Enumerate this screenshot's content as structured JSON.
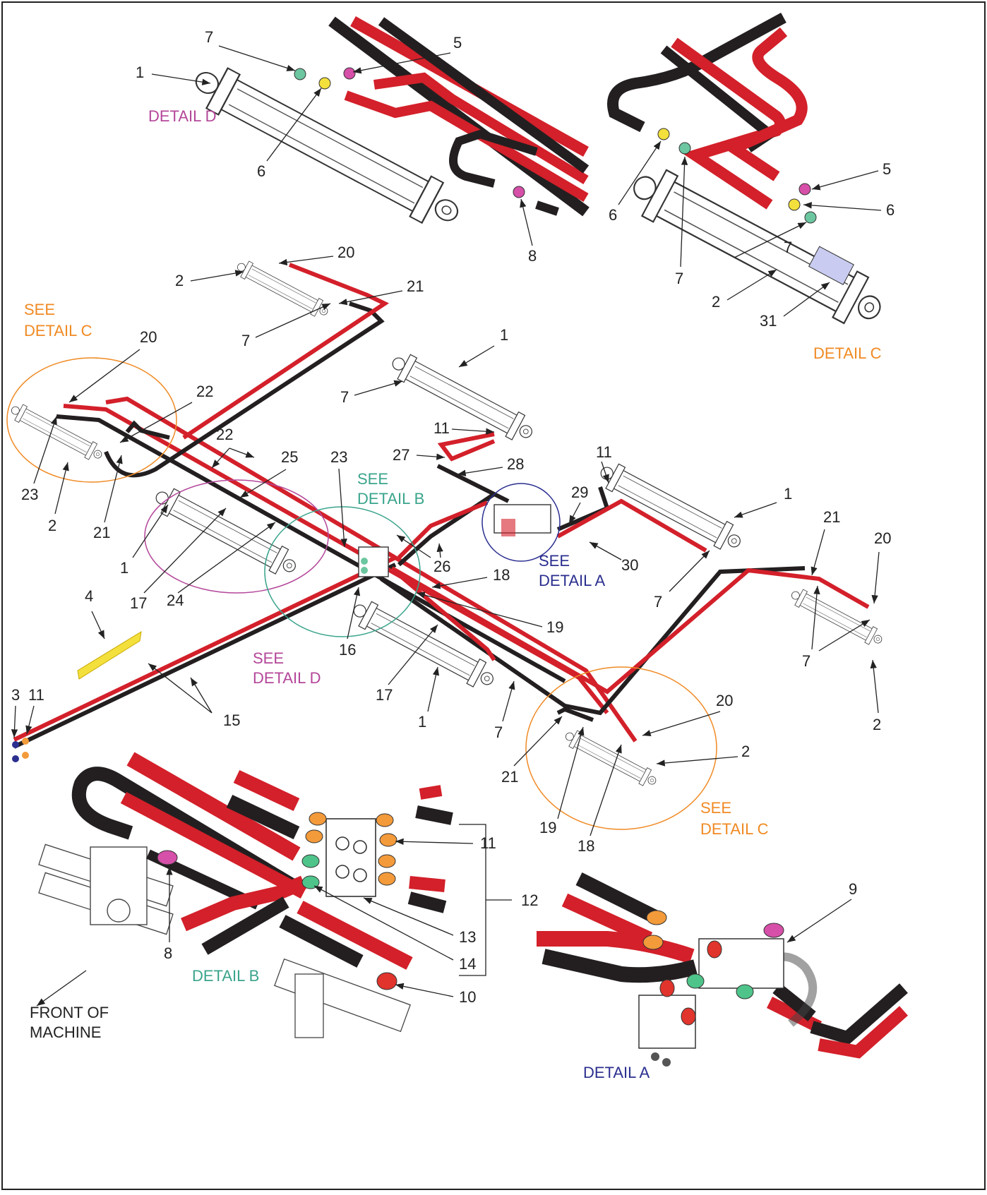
{
  "colors": {
    "hose_red": "#d3202a",
    "hose_black": "#231f20",
    "detail_a": "#2b2f8f",
    "detail_b": "#3aa48c",
    "detail_c": "#f08a24",
    "detail_d": "#b4479a",
    "fitting_yellow": "#f4e03c",
    "fitting_green": "#6cc6a0",
    "fitting_magenta": "#d64fa8",
    "fitting_orange": "#f39a3a"
  },
  "labels": {
    "detail_d_title": "DETAIL D",
    "detail_c_title": "DETAIL C",
    "detail_b_title": "DETAIL B",
    "detail_a_title": "DETAIL A",
    "see_detail_c_1a": "SEE",
    "see_detail_c_1b": "DETAIL C",
    "see_detail_b_a": "SEE",
    "see_detail_b_b": "DETAIL B",
    "see_detail_a_a": "SEE",
    "see_detail_a_b": "DETAIL A",
    "see_detail_d_a": "SEE",
    "see_detail_d_b": "DETAIL D",
    "see_detail_c_2a": "SEE",
    "see_detail_c_2b": "DETAIL C",
    "front_a": "FRONT OF",
    "front_b": "MACHINE"
  },
  "callouts": {
    "d1": "1",
    "d5": "5",
    "d6": "6",
    "d7": "7",
    "d8": "8",
    "c5": "5",
    "c6a": "6",
    "c6b": "6",
    "c7a": "7",
    "c7b": "7",
    "c2": "2",
    "c31": "31",
    "m2a": "2",
    "m20a": "20",
    "m21a": "21",
    "m7a": "7",
    "m20b": "20",
    "m22a": "22",
    "m23a": "23",
    "m2b": "2",
    "m21b": "21",
    "m1a": "1",
    "m7b": "7",
    "m11a": "11",
    "m27": "27",
    "m28": "28",
    "m22b": "22",
    "m25": "25",
    "m23b": "23",
    "m29": "29",
    "m11b": "11",
    "m1b": "1",
    "m1c": "1",
    "m17a": "17",
    "m24": "24",
    "m26": "26",
    "m30": "30",
    "m18a": "18",
    "m21c": "21",
    "m20c": "20",
    "m7c": "7",
    "m7d": "7",
    "m2c": "2",
    "m4": "4",
    "m16": "16",
    "m19a": "19",
    "m17b": "17",
    "m1d": "1",
    "m7e": "7",
    "m3": "3",
    "m11c": "11",
    "m15": "15",
    "m20d": "20",
    "m21d": "21",
    "m2d": "2",
    "m19b": "19",
    "m18b": "18",
    "b11": "11",
    "b12": "12",
    "b13": "13",
    "b14": "14",
    "b8": "8",
    "b10": "10",
    "a9": "9"
  }
}
